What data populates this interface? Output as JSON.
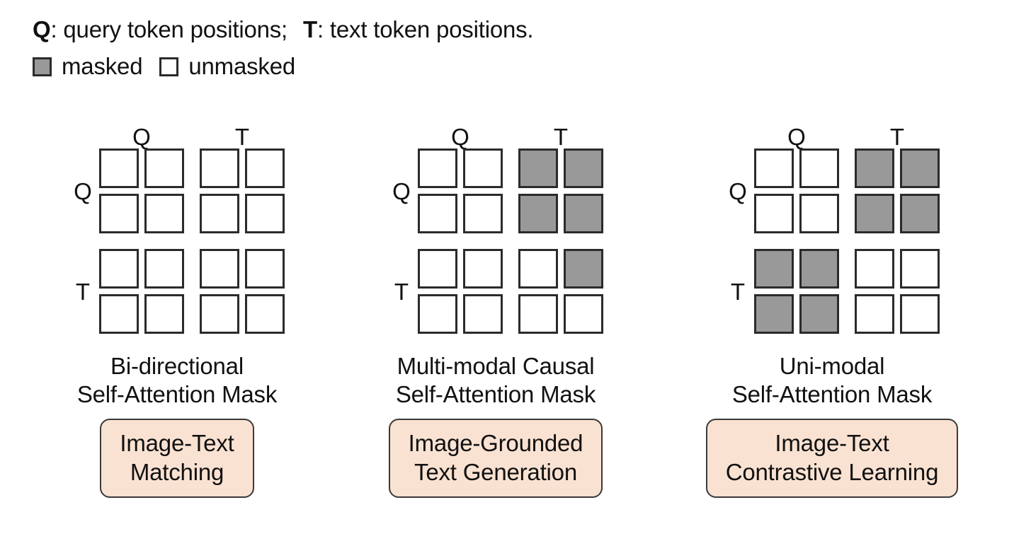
{
  "legend": {
    "query_key": "Q",
    "query_text": ": query token positions;",
    "text_key": "T",
    "text_text": ": text token positions.",
    "masked_label": "masked",
    "unmasked_label": "unmasked",
    "masked_color": "#999999",
    "unmasked_color": "#ffffff",
    "border_color": "#2b2b2b"
  },
  "axis": {
    "q": "Q",
    "t": "T"
  },
  "pill_fill": "#FAE2D2",
  "pill_border": "#3a3a3a",
  "panels": [
    {
      "caption_line1": "Bi-directional",
      "caption_line2": "Self-Attention Mask",
      "pill_line1": "Image-Text",
      "pill_line2": "Matching",
      "col_headers": [
        "Q",
        "T"
      ],
      "row_headers": [
        "Q",
        "T"
      ],
      "quadrants": {
        "qq": [
          [
            0,
            0
          ],
          [
            0,
            0
          ]
        ],
        "qt": [
          [
            0,
            0
          ],
          [
            0,
            0
          ]
        ],
        "tq": [
          [
            0,
            0
          ],
          [
            0,
            0
          ]
        ],
        "tt": [
          [
            0,
            0
          ],
          [
            0,
            0
          ]
        ]
      }
    },
    {
      "caption_line1": "Multi-modal Causal",
      "caption_line2": "Self-Attention Mask",
      "pill_line1": "Image-Grounded",
      "pill_line2": "Text Generation",
      "col_headers": [
        "Q",
        "T"
      ],
      "row_headers": [
        "Q",
        "T"
      ],
      "quadrants": {
        "qq": [
          [
            0,
            0
          ],
          [
            0,
            0
          ]
        ],
        "qt": [
          [
            1,
            1
          ],
          [
            1,
            1
          ]
        ],
        "tq": [
          [
            0,
            0
          ],
          [
            0,
            0
          ]
        ],
        "tt": [
          [
            0,
            1
          ],
          [
            0,
            0
          ]
        ]
      }
    },
    {
      "caption_line1": "Uni-modal",
      "caption_line2": "Self-Attention Mask",
      "pill_line1": "Image-Text",
      "pill_line2": "Contrastive Learning",
      "col_headers": [
        "Q",
        "T"
      ],
      "row_headers": [
        "Q",
        "T"
      ],
      "quadrants": {
        "qq": [
          [
            0,
            0
          ],
          [
            0,
            0
          ]
        ],
        "qt": [
          [
            1,
            1
          ],
          [
            1,
            1
          ]
        ],
        "tq": [
          [
            1,
            1
          ],
          [
            1,
            1
          ]
        ],
        "tt": [
          [
            0,
            0
          ],
          [
            0,
            0
          ]
        ]
      }
    }
  ]
}
